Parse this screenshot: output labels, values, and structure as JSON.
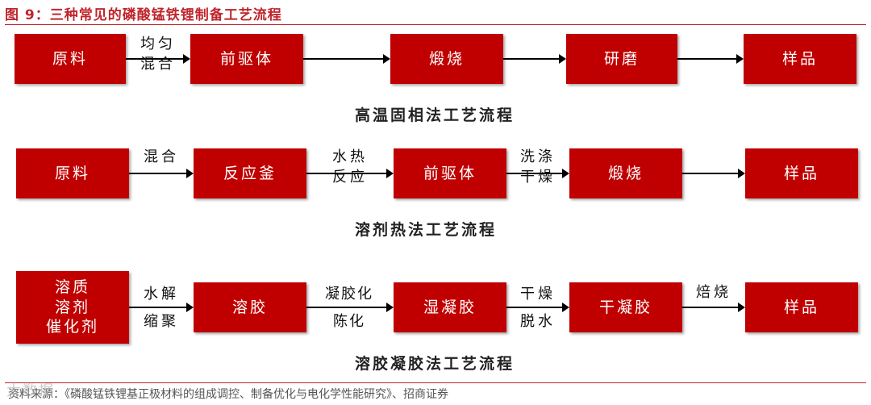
{
  "figure": {
    "title": "图 9：三种常见的磷酸锰铁锂制备工艺流程",
    "source": "资料来源：《磷酸锰铁锂基正极材料的组成调控、制备优化与电化学性能研究》、招商证券",
    "watermark": "大数据"
  },
  "colors": {
    "box": "#c00000",
    "accent": "#c0262d"
  },
  "processes": [
    {
      "caption": "高温固相法工艺流程",
      "nodes": [
        "原料",
        "前驱体",
        "煅烧",
        "研磨",
        "样品"
      ],
      "edges": [
        "均匀\n混合",
        "",
        "",
        ""
      ]
    },
    {
      "caption": "溶剂热法工艺流程",
      "nodes": [
        "原料",
        "反应釜",
        "前驱体",
        "煅烧",
        "样品"
      ],
      "edges": [
        "混合",
        "水热\n反应",
        "洗涤\n干燥",
        ""
      ]
    },
    {
      "caption": "溶胶凝胶法工艺流程",
      "nodes": [
        "溶质\n溶剂\n催化剂",
        "溶胶",
        "湿凝胶",
        "干凝胶",
        "样品"
      ],
      "edges": [
        "水解\n缩聚",
        "凝胶化\n陈化",
        "干燥\n脱水",
        "焙烧"
      ]
    }
  ]
}
